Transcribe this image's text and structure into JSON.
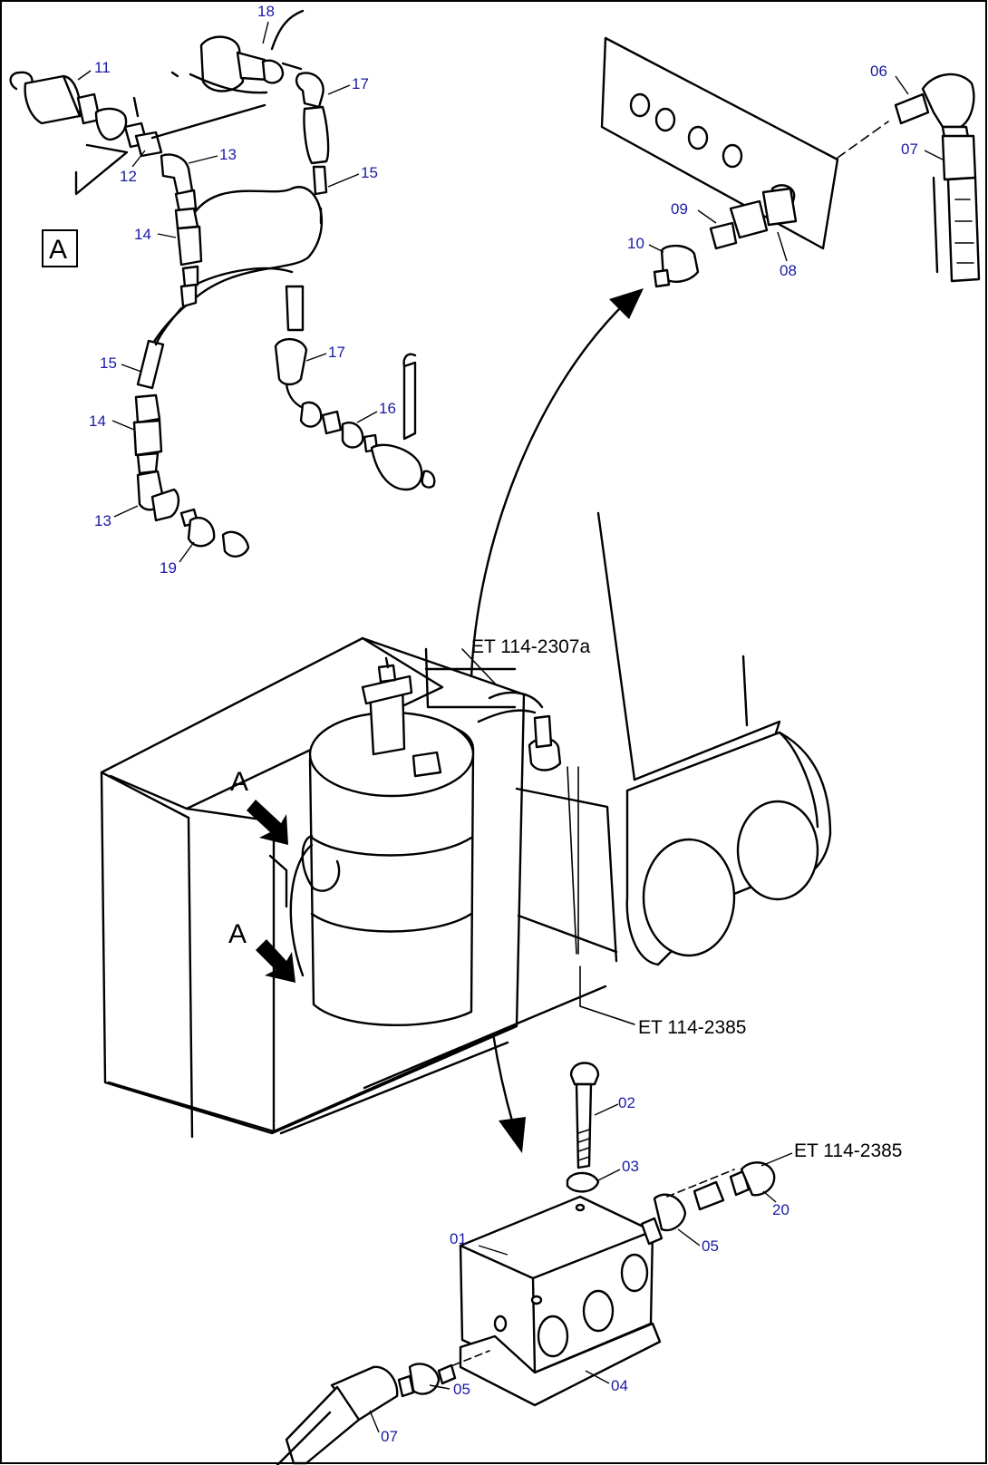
{
  "view_label": "A",
  "view_box_label": "A",
  "callouts": {
    "n11": "11",
    "n18": "18",
    "n17a": "17",
    "n13a": "13",
    "n12": "12",
    "n15a": "15",
    "n14a": "14",
    "n15b": "15",
    "n17b": "17",
    "n14b": "14",
    "n16": "16",
    "n13b": "13",
    "n19": "19",
    "n06": "06",
    "n07a": "07",
    "n09": "09",
    "n10": "10",
    "n08": "08",
    "n02": "02",
    "n03": "03",
    "n01": "01",
    "n05a": "05",
    "n05b": "05",
    "n04": "04",
    "n07b": "07",
    "n20": "20"
  },
  "references": {
    "ref_top": "ET 114-2307a",
    "ref_mid": "ET 114-2385",
    "ref_bot": "ET 114-2385"
  },
  "arrows": {
    "arrow1": "A",
    "arrow2": "A"
  },
  "colors": {
    "callout": "#1a1aa6",
    "line": "#000000"
  }
}
